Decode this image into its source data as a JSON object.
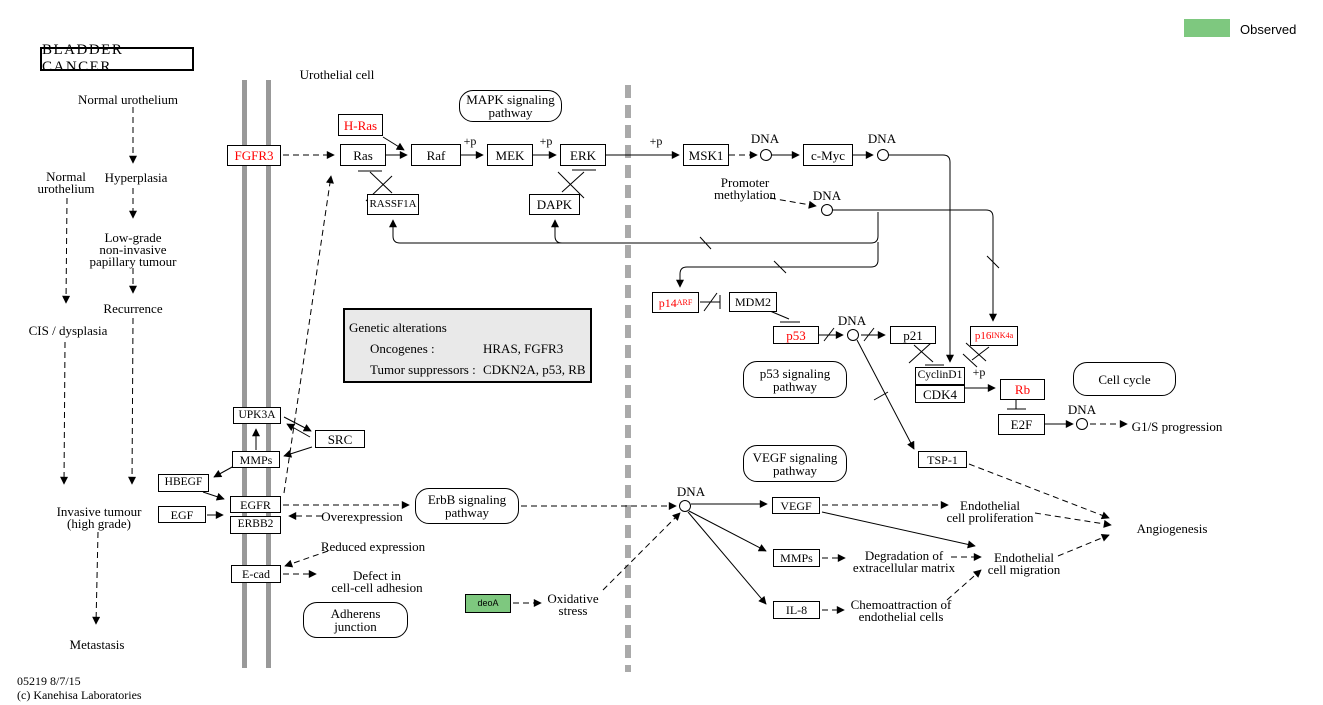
{
  "title": "BLADDER CANCER",
  "legend": {
    "observed_label": "Observed",
    "observed_color": "#7EC87F"
  },
  "footer": {
    "map_id": "05219 8/7/15",
    "copyright": "(c) Kanehisa Laboratories"
  },
  "genetic_alterations": {
    "header": "Genetic alterations",
    "rows": [
      {
        "label": "Oncogenes :",
        "value": "HRAS, FGFR3"
      },
      {
        "label": "Tumor suppressors :",
        "value": "CDKN2A, p53, RB"
      }
    ]
  },
  "colors": {
    "altered_text": "#FF0000",
    "observed_green": "#7EC87F",
    "membrane_gray": "#999999",
    "nuclear_membrane_gray": "#AAAAAA",
    "panel_gray": "#E9E9E9"
  },
  "genes": [
    {
      "id": "fgfr3",
      "label": "FGFR3",
      "altered": true
    },
    {
      "id": "hras",
      "label": "H-Ras",
      "altered": true
    },
    {
      "id": "ras",
      "label": "Ras"
    },
    {
      "id": "raf",
      "label": "Raf"
    },
    {
      "id": "mek",
      "label": "MEK"
    },
    {
      "id": "erk",
      "label": "ERK"
    },
    {
      "id": "rassf1a",
      "label": "RASSF1A"
    },
    {
      "id": "dapk",
      "label": "DAPK"
    },
    {
      "id": "msk1",
      "label": "MSK1"
    },
    {
      "id": "cmyc",
      "label": "c-Myc"
    },
    {
      "id": "p14arf",
      "label": "p14",
      "sup": "ARF",
      "altered": true
    },
    {
      "id": "mdm2",
      "label": "MDM2"
    },
    {
      "id": "p53",
      "label": "p53",
      "altered": true
    },
    {
      "id": "p21",
      "label": "p21"
    },
    {
      "id": "p16ink4a",
      "label": "p16",
      "sup": "INK4a",
      "altered": true
    },
    {
      "id": "cyclind1",
      "label": "CyclinD1"
    },
    {
      "id": "cdk4",
      "label": "CDK4"
    },
    {
      "id": "rb",
      "label": "Rb",
      "altered": true
    },
    {
      "id": "e2f",
      "label": "E2F"
    },
    {
      "id": "tsp1",
      "label": "TSP-1"
    },
    {
      "id": "vegf",
      "label": "VEGF"
    },
    {
      "id": "mmps_nuc",
      "label": "MMPs"
    },
    {
      "id": "il8",
      "label": "IL-8"
    },
    {
      "id": "upk3a",
      "label": "UPK3A"
    },
    {
      "id": "src",
      "label": "SRC"
    },
    {
      "id": "mmps_mem",
      "label": "MMPs"
    },
    {
      "id": "hbegf",
      "label": "HBEGF"
    },
    {
      "id": "egfr",
      "label": "EGFR"
    },
    {
      "id": "erbb2",
      "label": "ERBB2"
    },
    {
      "id": "egf",
      "label": "EGF"
    },
    {
      "id": "ecad",
      "label": "E-cad"
    },
    {
      "id": "deoa",
      "label": "deoA",
      "observed": true
    }
  ],
  "pathways": [
    {
      "id": "mapk",
      "lines": [
        "MAPK signaling",
        "pathway"
      ]
    },
    {
      "id": "p53sig",
      "lines": [
        "p53 signaling",
        "pathway"
      ]
    },
    {
      "id": "cellcycle",
      "lines": [
        "Cell cycle"
      ]
    },
    {
      "id": "vegfsig",
      "lines": [
        "VEGF signaling",
        "pathway"
      ]
    },
    {
      "id": "erbbsig",
      "lines": [
        "ErbB signaling",
        "pathway"
      ]
    },
    {
      "id": "adherens",
      "lines": [
        "Adherens",
        "junction"
      ]
    }
  ],
  "labels": [
    {
      "id": "stage_normal_top",
      "lines": [
        "Normal urothelium"
      ]
    },
    {
      "id": "stage_normal_left",
      "lines": [
        "Normal",
        "urothelium"
      ]
    },
    {
      "id": "stage_hyperplasia",
      "lines": [
        "Hyperplasia"
      ]
    },
    {
      "id": "stage_lowgrade",
      "lines": [
        "Low-grade",
        "non-invasive",
        "papillary tumour"
      ]
    },
    {
      "id": "stage_recurrence",
      "lines": [
        "Recurrence"
      ]
    },
    {
      "id": "stage_cis",
      "lines": [
        "CIS / dysplasia"
      ]
    },
    {
      "id": "stage_invasive",
      "lines": [
        "Invasive tumour",
        "(high grade)"
      ]
    },
    {
      "id": "stage_metastasis",
      "lines": [
        "Metastasis"
      ]
    },
    {
      "id": "urothelial_cell",
      "lines": [
        "Urothelial cell"
      ]
    },
    {
      "id": "promoter_methylation",
      "lines": [
        "Promoter",
        "methylation"
      ]
    },
    {
      "id": "dna1",
      "lines": [
        "DNA"
      ]
    },
    {
      "id": "dna2",
      "lines": [
        "DNA"
      ]
    },
    {
      "id": "dna3",
      "lines": [
        "DNA"
      ]
    },
    {
      "id": "dna4",
      "lines": [
        "DNA"
      ]
    },
    {
      "id": "dna5",
      "lines": [
        "DNA"
      ]
    },
    {
      "id": "dna6",
      "lines": [
        "DNA"
      ]
    },
    {
      "id": "pp1",
      "lines": [
        "+p"
      ],
      "cls": "sm"
    },
    {
      "id": "pp2",
      "lines": [
        "+p"
      ],
      "cls": "sm"
    },
    {
      "id": "pp3",
      "lines": [
        "+p"
      ],
      "cls": "sm"
    },
    {
      "id": "pp4",
      "lines": [
        "+p"
      ],
      "cls": "sm"
    },
    {
      "id": "overexpression",
      "lines": [
        "Overexpression"
      ]
    },
    {
      "id": "reduced_expression",
      "lines": [
        "Reduced expression"
      ]
    },
    {
      "id": "defect_adhesion",
      "lines": [
        "Defect in",
        "cell-cell adhesion"
      ]
    },
    {
      "id": "oxidative_stress",
      "lines": [
        "Oxidative",
        "stress"
      ]
    },
    {
      "id": "endothelial_proliferation",
      "lines": [
        "Endothelial",
        "cell proliferation"
      ]
    },
    {
      "id": "degradation_ecm",
      "lines": [
        "Degradation of",
        "extracellular matrix"
      ]
    },
    {
      "id": "endothelial_migration",
      "lines": [
        "Endothelial",
        "cell migration"
      ]
    },
    {
      "id": "chemoattraction",
      "lines": [
        "Chemoattraction of",
        "endothelial cells"
      ]
    },
    {
      "id": "angiogenesis",
      "lines": [
        "Angiogenesis"
      ]
    },
    {
      "id": "g1s_progression",
      "lines": [
        "G1/S progression"
      ]
    }
  ]
}
